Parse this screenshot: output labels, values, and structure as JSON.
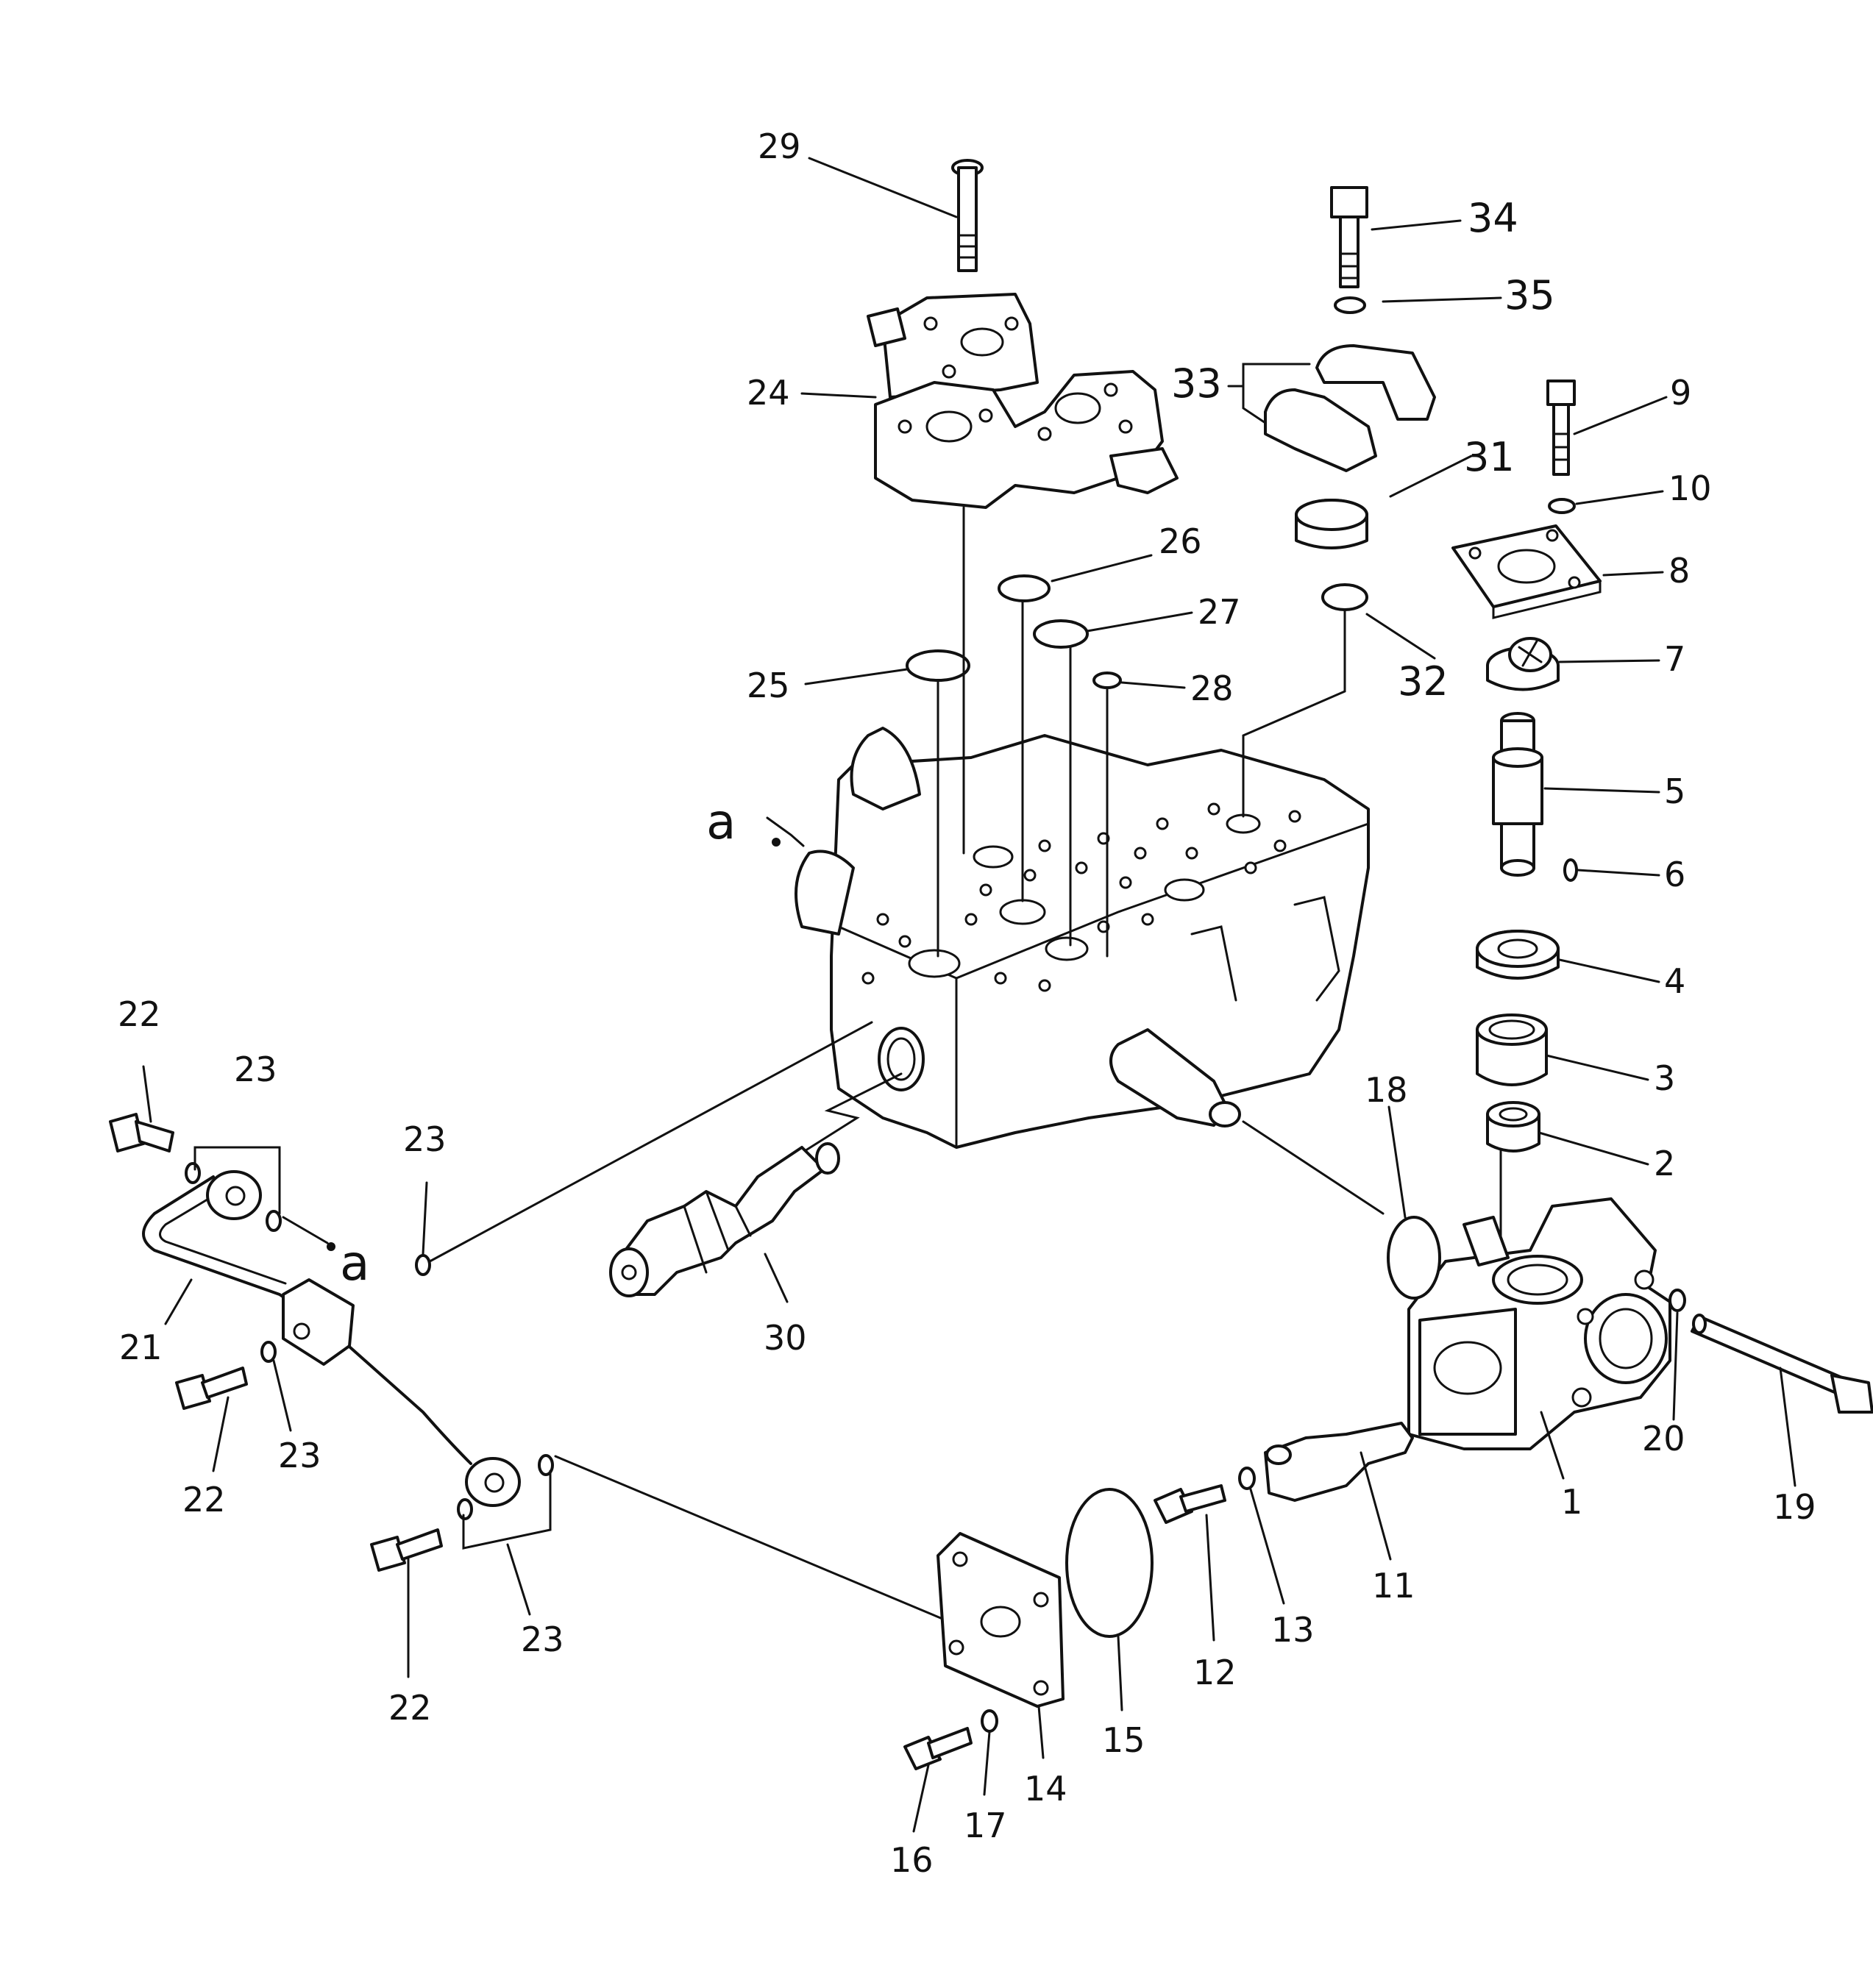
{
  "diagram": {
    "callouts": {
      "c1": "1",
      "c2": "2",
      "c3": "3",
      "c4": "4",
      "c5": "5",
      "c6": "6",
      "c7": "7",
      "c8": "8",
      "c9": "9",
      "c10": "10",
      "c11": "11",
      "c12": "12",
      "c13": "13",
      "c14": "14",
      "c15": "15",
      "c16": "16",
      "c17": "17",
      "c18": "18",
      "c19": "19",
      "c20": "20",
      "c21": "21",
      "c22a": "22",
      "c22b": "22",
      "c22c": "22",
      "c23a": "23",
      "c23b": "23",
      "c23c": "23",
      "c23d": "23",
      "c24": "24",
      "c25": "25",
      "c26": "26",
      "c27": "27",
      "c28": "28",
      "c29": "29",
      "c30": "30",
      "c31": "31",
      "c32": "32",
      "c33": "33",
      "c34": "34",
      "c35": "35"
    },
    "ref_marks": {
      "a1": "a",
      "a2": "a"
    }
  }
}
